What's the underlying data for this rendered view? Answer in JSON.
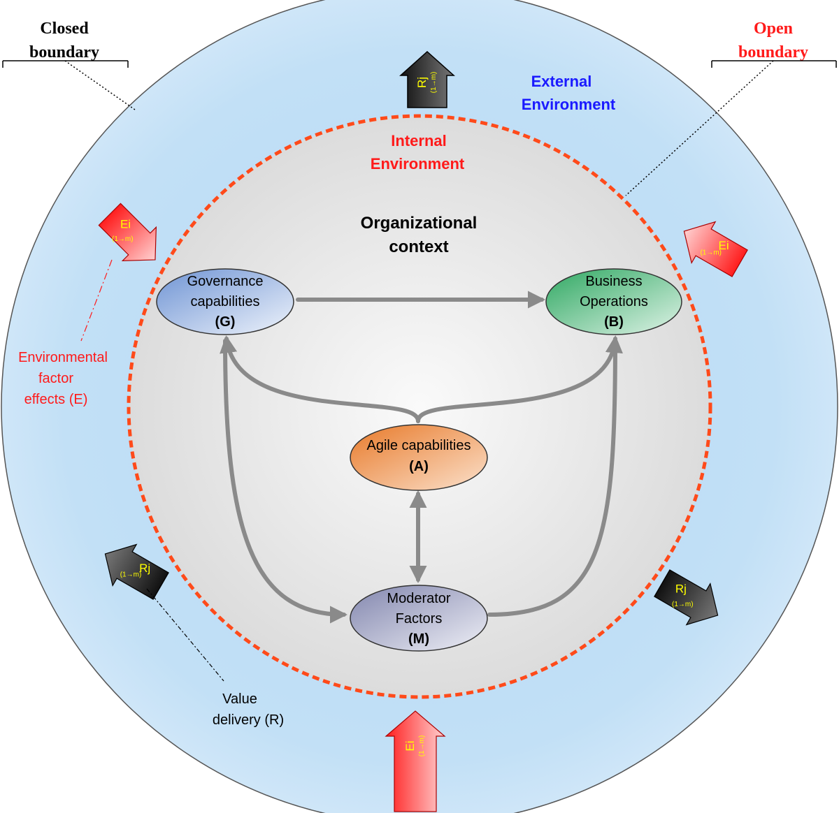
{
  "boundaries": {
    "closed": [
      "Closed",
      "boundary"
    ],
    "open": [
      "Open",
      "boundary"
    ]
  },
  "external": [
    "External",
    "Environment"
  ],
  "internal": [
    "Internal",
    "Environment"
  ],
  "context": [
    "Organizational",
    "context"
  ],
  "nodes": {
    "governance": [
      "Governance",
      "capabilities",
      "(G)"
    ],
    "business": [
      "Business",
      "Operations",
      "(B)"
    ],
    "agile": [
      "Agile capabilities",
      "(A)"
    ],
    "moderator": [
      "Moderator",
      "Factors",
      "(M)"
    ]
  },
  "env_effects": [
    "Environmental",
    "factor",
    "effects (E)"
  ],
  "value_delivery": [
    "Value",
    "delivery (R)"
  ],
  "arrow_labels": {
    "ei": "Ei",
    "rj": "Rj",
    "sub": "(1→m)"
  },
  "colors": {
    "external_fill": "#c6e2f6",
    "internal_fill": "#e8e8e8",
    "dashed_boundary": "#ff4a1a",
    "red_text": "#ff1a1a",
    "blue_text": "#1a1aff",
    "connector": "#8a8a8a",
    "ei_arrow": "#ff2a2a",
    "rj_arrow": "#222222",
    "arrow_label": "#ffff00"
  }
}
